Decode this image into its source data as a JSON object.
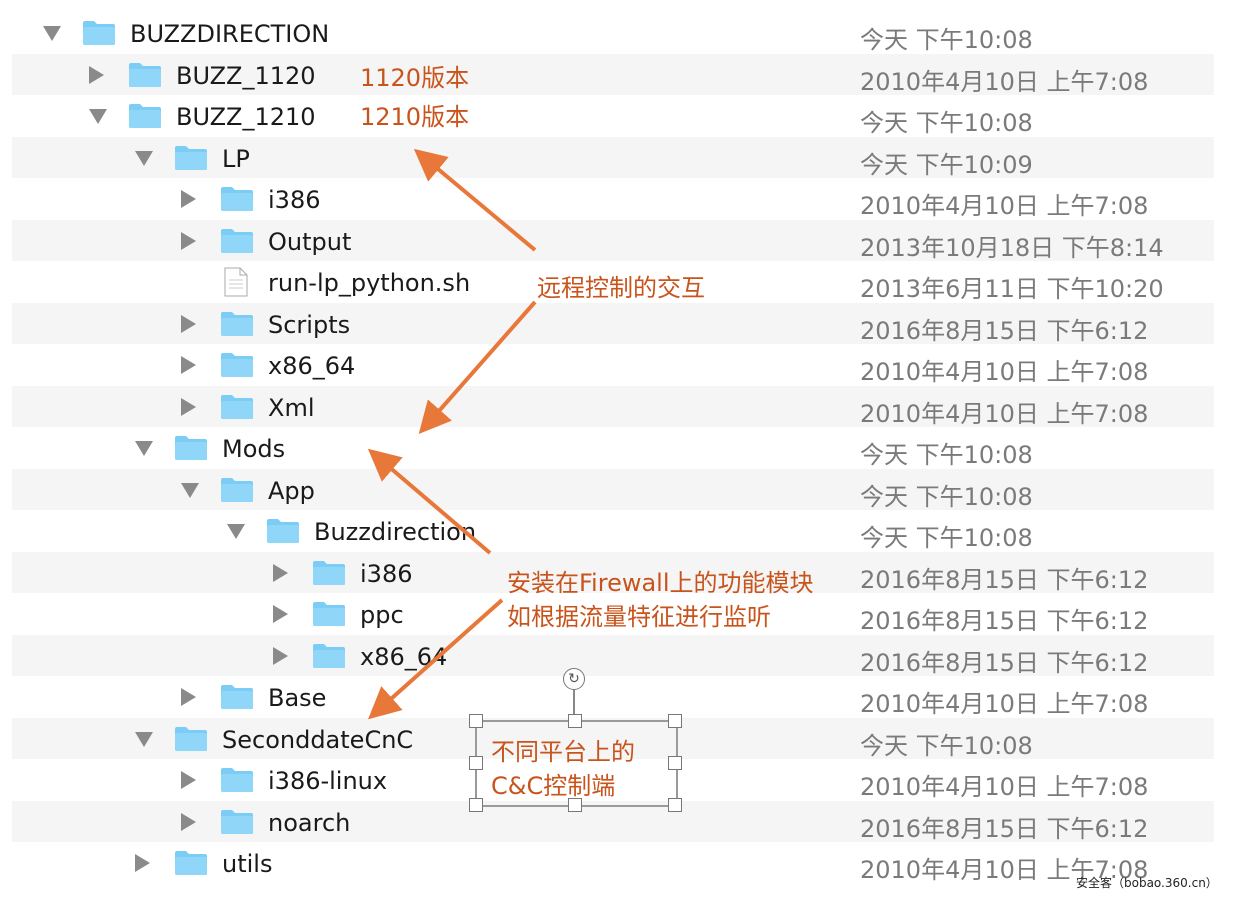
{
  "rows": [
    {
      "name": "BUZZDIRECTION",
      "date": "今天 下午10:08",
      "level": 0,
      "type": "folder",
      "expanded": true
    },
    {
      "name": "BUZZ_1120",
      "date": "2010年4月10日 上午7:08",
      "level": 1,
      "type": "folder",
      "expanded": false
    },
    {
      "name": "BUZZ_1210",
      "date": "今天 下午10:08",
      "level": 1,
      "type": "folder",
      "expanded": true
    },
    {
      "name": "LP",
      "date": "今天 下午10:09",
      "level": 2,
      "type": "folder",
      "expanded": true
    },
    {
      "name": "i386",
      "date": "2010年4月10日 上午7:08",
      "level": 3,
      "type": "folder",
      "expanded": false
    },
    {
      "name": "Output",
      "date": "2013年10月18日 下午8:14",
      "level": 3,
      "type": "folder",
      "expanded": false
    },
    {
      "name": "run-lp_python.sh",
      "date": "2013年6月11日 下午10:20",
      "level": 3,
      "type": "file",
      "expanded": null
    },
    {
      "name": "Scripts",
      "date": "2016年8月15日 下午6:12",
      "level": 3,
      "type": "folder",
      "expanded": false
    },
    {
      "name": "x86_64",
      "date": "2010年4月10日 上午7:08",
      "level": 3,
      "type": "folder",
      "expanded": false
    },
    {
      "name": "Xml",
      "date": "2010年4月10日 上午7:08",
      "level": 3,
      "type": "folder",
      "expanded": false
    },
    {
      "name": "Mods",
      "date": "今天 下午10:08",
      "level": 2,
      "type": "folder",
      "expanded": true
    },
    {
      "name": "App",
      "date": "今天 下午10:08",
      "level": 3,
      "type": "folder",
      "expanded": true
    },
    {
      "name": "Buzzdirection",
      "date": "今天 下午10:08",
      "level": 4,
      "type": "folder",
      "expanded": true
    },
    {
      "name": "i386",
      "date": "2016年8月15日 下午6:12",
      "level": 5,
      "type": "folder",
      "expanded": false
    },
    {
      "name": "ppc",
      "date": "2016年8月15日 下午6:12",
      "level": 5,
      "type": "folder",
      "expanded": false
    },
    {
      "name": "x86_64",
      "date": "2016年8月15日 下午6:12",
      "level": 5,
      "type": "folder",
      "expanded": false
    },
    {
      "name": "Base",
      "date": "2010年4月10日 上午7:08",
      "level": 3,
      "type": "folder",
      "expanded": false
    },
    {
      "name": "SeconddateCnC",
      "date": "今天 下午10:08",
      "level": 2,
      "type": "folder",
      "expanded": true
    },
    {
      "name": "i386-linux",
      "date": "2010年4月10日 上午7:08",
      "level": 3,
      "type": "folder",
      "expanded": false
    },
    {
      "name": "noarch",
      "date": "2016年8月15日 下午6:12",
      "level": 3,
      "type": "folder",
      "expanded": false
    },
    {
      "name": "utils",
      "date": "2010年4月10日 上午7:08",
      "level": 2,
      "type": "folder",
      "expanded": false
    }
  ],
  "annotations": {
    "v1120": "1120版本",
    "v1210": "1210版本",
    "remote": "远程控制的交互",
    "firewall_1": "安装在Firewall上的功能模块",
    "firewall_2": "如根据流量特征进行监听",
    "cnc_1": "不同平台上的",
    "cnc_2": "C&C控制端"
  },
  "rotate_icon": "rotate-icon",
  "watermark": "安全客（bobao.360.cn）",
  "colors": {
    "annotation": "#c8541c",
    "arrow": "#e8773a",
    "folder": "#7ccdf5"
  }
}
